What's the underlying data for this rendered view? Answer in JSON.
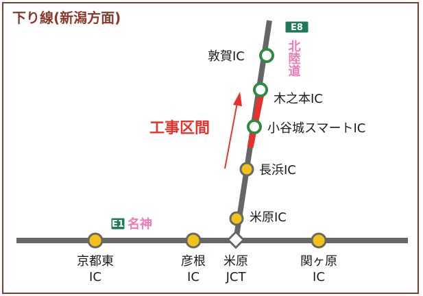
{
  "title": "下り線(新潟方面)",
  "work_zone_label": "工事区間",
  "colors": {
    "road": "#666666",
    "work_zone": "#e8312b",
    "ic_yellow": "#f2c21b",
    "ic_green": "#2f8a43",
    "route_sign": "#1e7a5a",
    "line_name": "#f07ab8",
    "frame": "#8a3a2a"
  },
  "routes": {
    "hokuriku": {
      "number": "E8",
      "name": "北陸道"
    },
    "meishin": {
      "number": "E1",
      "name": "名神"
    }
  },
  "interchanges": {
    "tsuruga": "敦賀IC",
    "kinomoto": "木之本IC",
    "odanijo": "小谷城スマートIC",
    "nagahama": "長浜IC",
    "maibara_ic": "米原IC",
    "kyoto_higashi": [
      "京都東",
      "IC"
    ],
    "hikone": [
      "彦根",
      "IC"
    ],
    "maibara_jct": [
      "米原",
      "JCT"
    ],
    "sekigahara": [
      "関ヶ原",
      "IC"
    ]
  }
}
